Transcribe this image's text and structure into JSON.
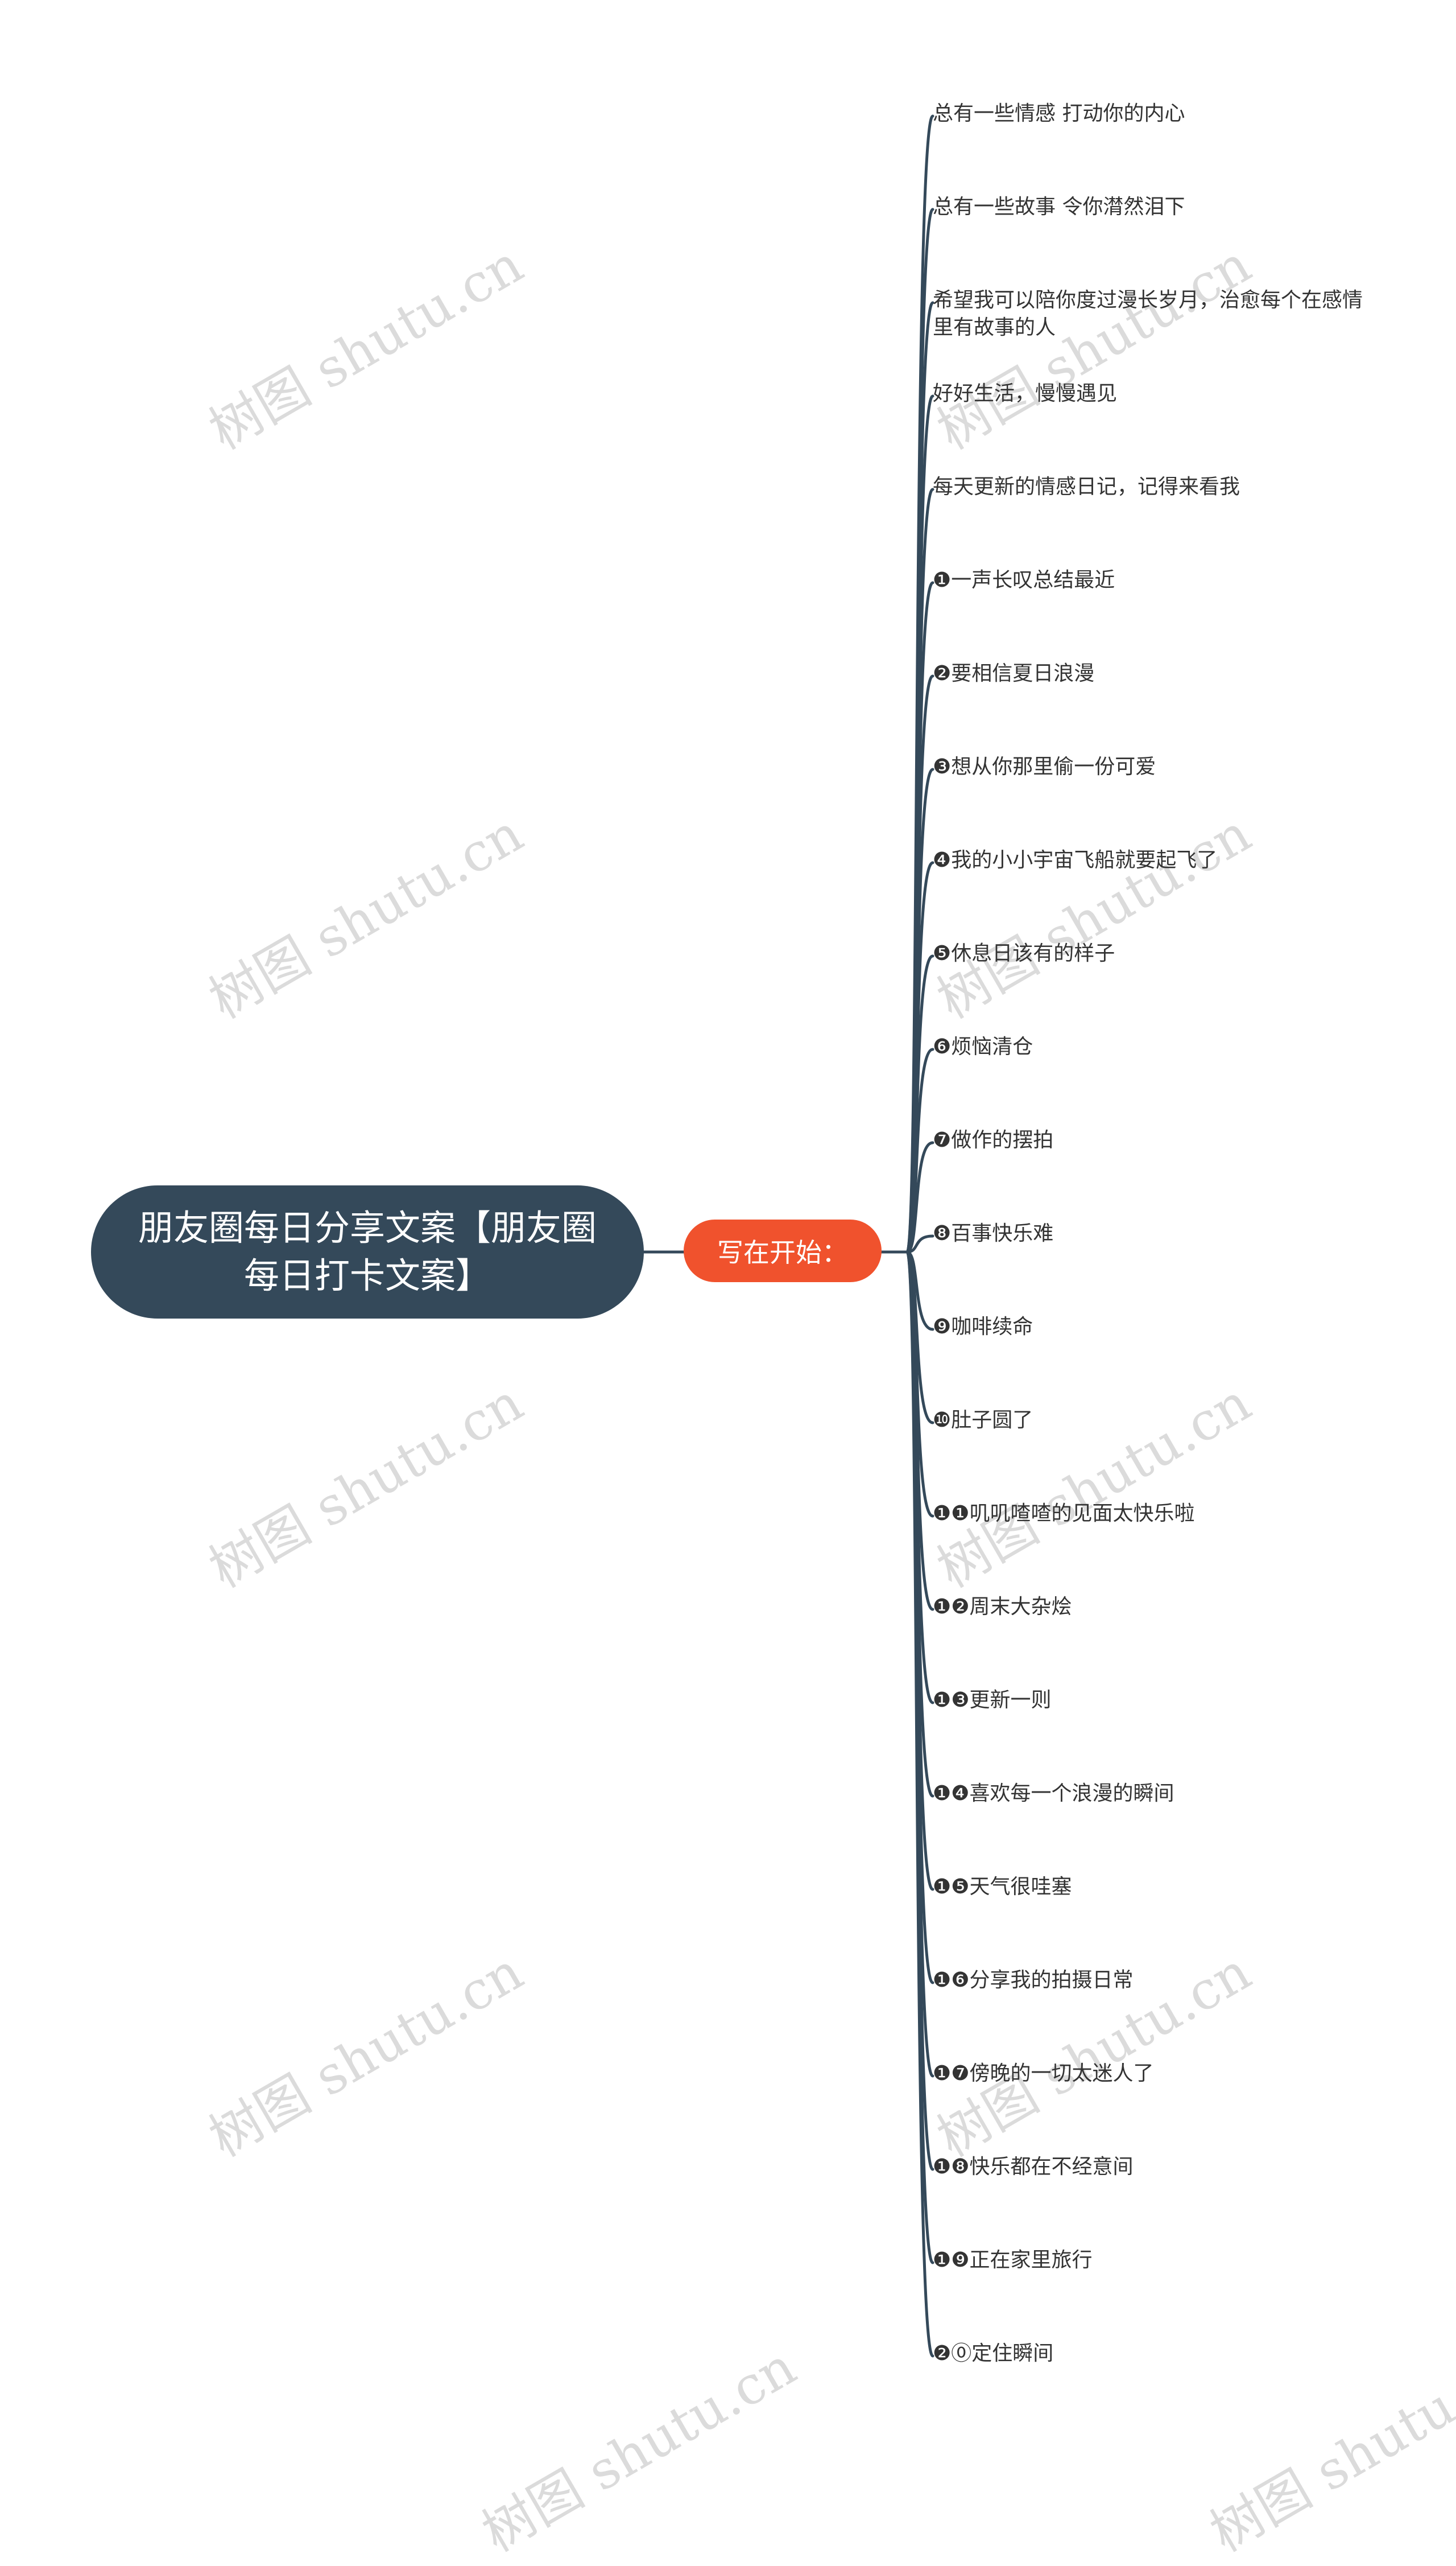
{
  "root": {
    "title": "朋友圈每日分享文案【朋友圈每日打卡文案】"
  },
  "branch": {
    "label": "写在开始："
  },
  "leaves": [
    "总有一些情感 打动你的内心",
    "总有一些故事 令你潸然泪下",
    "希望我可以陪你度过漫长岁月，治愈每个在感情里有故事的人",
    "好好生活，慢慢遇见",
    "每天更新的情感日记，记得来看我",
    "❶一声长叹总结最近",
    "❷要相信夏日浪漫",
    "❸想从你那里偷一份可爱",
    "❹我的小小宇宙飞船就要起飞了",
    "❺休息日该有的样子",
    "❻烦恼清仓",
    "❼做作的摆拍",
    "❽百事快乐难",
    "❾咖啡续命",
    "❿肚子圆了",
    "❶❶叽叽喳喳的见面太快乐啦",
    "❶❷周末大杂烩",
    "❶❸更新一则",
    "❶❹喜欢每一个浪漫的瞬间",
    "❶❺天气很哇塞",
    "❶❻分享我的拍摄日常",
    "❶❼傍晚的一切太迷人了",
    "❶❽快乐都在不经意间",
    "❶❾正在家里旅行",
    "❷⓪定住瞬间"
  ],
  "watermark": "树图 shutu.cn",
  "colors": {
    "root": "#34495a",
    "branch": "#f0522d",
    "line": "#34495a",
    "text": "#333333"
  }
}
